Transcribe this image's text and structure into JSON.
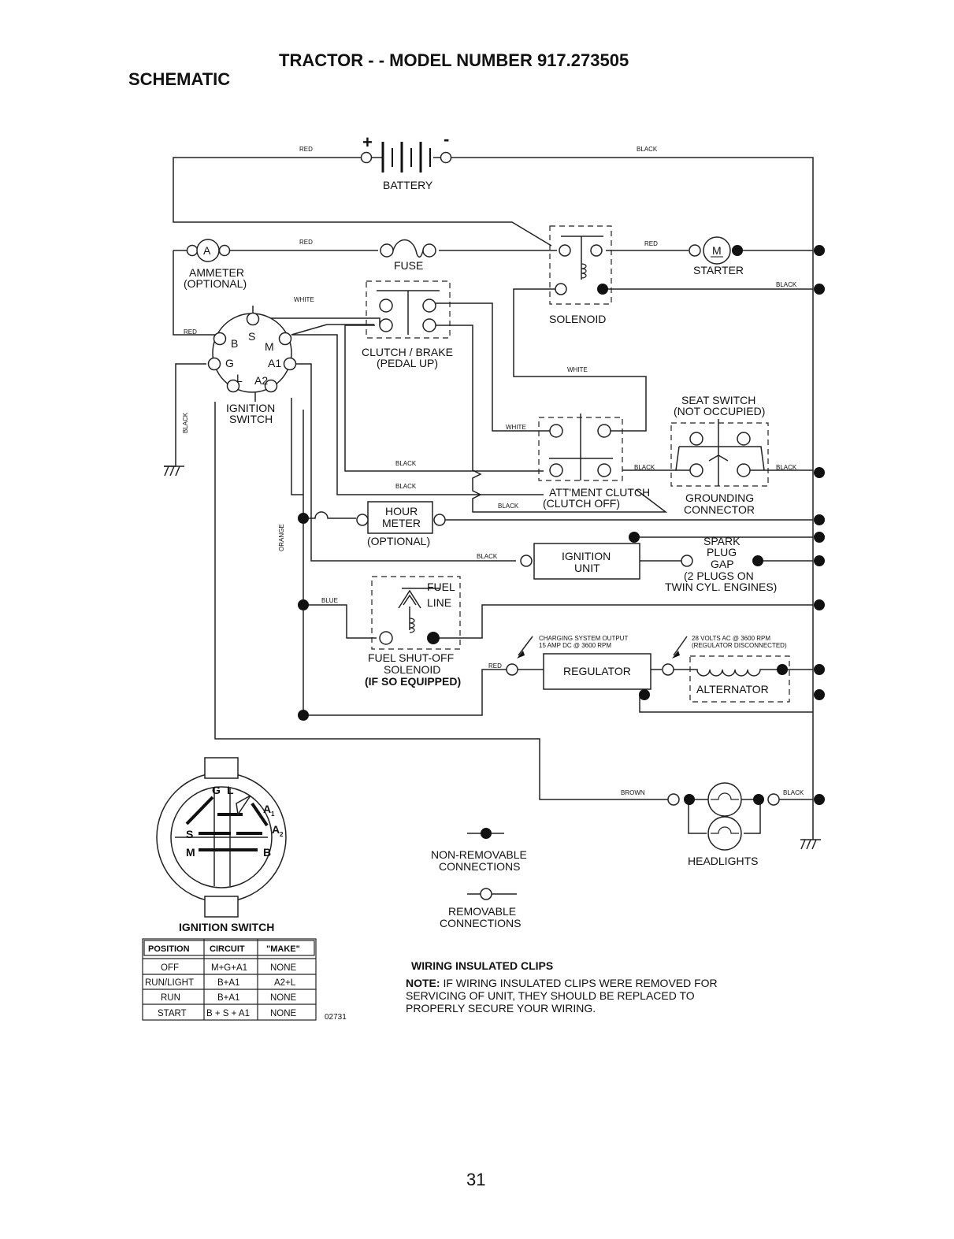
{
  "header": {
    "title": "TRACTOR - - MODEL NUMBER 917.273505",
    "section": "SCHEMATIC"
  },
  "components": {
    "battery": "BATTERY",
    "battery_plus": "+",
    "battery_minus": "-",
    "ammeter": "AMMETER",
    "ammeter_opt": "(OPTIONAL)",
    "ammeter_symbol": "A",
    "fuse": "FUSE",
    "solenoid": "SOLENOID",
    "starter": "STARTER",
    "starter_symbol": "M",
    "clutch_brake": "CLUTCH / BRAKE",
    "clutch_brake_2": "(PEDAL UP)",
    "ignition_switch_1": "IGNITION",
    "ignition_switch_2": "SWITCH",
    "seat_switch_1": "SEAT SWITCH",
    "seat_switch_2": "(NOT OCCUPIED)",
    "attclutch_1": "ATT'MENT CLUTCH",
    "attclutch_2": "(CLUTCH OFF)",
    "grounding_1": "GROUNDING",
    "grounding_2": "CONNECTOR",
    "hour_1": "HOUR",
    "hour_2": "METER",
    "hour_3": "(OPTIONAL)",
    "ign_unit_1": "IGNITION",
    "ign_unit_2": "UNIT",
    "spark_1": "SPARK",
    "spark_2": "PLUG",
    "spark_3": "GAP",
    "spark_4": "(2 PLUGS ON",
    "spark_5": "TWIN CYL. ENGINES)",
    "fuel_line_1": "FUEL",
    "fuel_line_2": "LINE",
    "fuel_sol_1": "FUEL SHUT-OFF",
    "fuel_sol_2": "SOLENOID",
    "fuel_sol_3": "(IF SO EQUIPPED)",
    "charging_1": "CHARGING SYSTEM OUTPUT",
    "charging_2": "15 AMP DC @ 3600 RPM",
    "volts_1": "28 VOLTS AC @ 3600 RPM",
    "volts_2": "(REGULATOR DISCONNECTED)",
    "regulator": "REGULATOR",
    "alternator": "ALTERNATOR",
    "headlights": "HEADLIGHTS"
  },
  "ignition_pins": {
    "b": "B",
    "s": "S",
    "m": "M",
    "g": "G",
    "a1": "A1",
    "l": "L",
    "a2": "A2"
  },
  "wire_colors": {
    "red": "RED",
    "black": "BLACK",
    "white": "WHITE",
    "orange": "ORANGE",
    "blue": "BLUE",
    "brown": "BROWN"
  },
  "legend": {
    "nonremovable_1": "NON-REMOVABLE",
    "nonremovable_2": "CONNECTIONS",
    "removable_1": "REMOVABLE",
    "removable_2": "CONNECTIONS"
  },
  "switch_face": {
    "g": "G",
    "l": "L",
    "a1": "A",
    "a1_sub": "1",
    "a2": "A",
    "a2_sub": "2",
    "s": "S",
    "m": "M",
    "b": "B"
  },
  "ign_table": {
    "title": "IGNITION SWITCH",
    "headers": [
      "POSITION",
      "CIRCUIT",
      "\"MAKE\""
    ],
    "rows": [
      [
        "OFF",
        "M+G+A1",
        "NONE"
      ],
      [
        "RUN/LIGHT",
        "B+A1",
        "A2+L"
      ],
      [
        "RUN",
        "B+A1",
        "NONE"
      ],
      [
        "START",
        "B + S + A1",
        "NONE"
      ]
    ]
  },
  "diagram_id": "02731",
  "notes": {
    "heading": "WIRING INSULATED CLIPS",
    "note_label": "NOTE:",
    "line_1": " IF WIRING INSULATED CLIPS WERE REMOVED FOR",
    "line_2": "SERVICING OF UNIT, THEY SHOULD BE REPLACED TO",
    "line_3": "PROPERLY SECURE YOUR WIRING."
  },
  "page_number": "31"
}
